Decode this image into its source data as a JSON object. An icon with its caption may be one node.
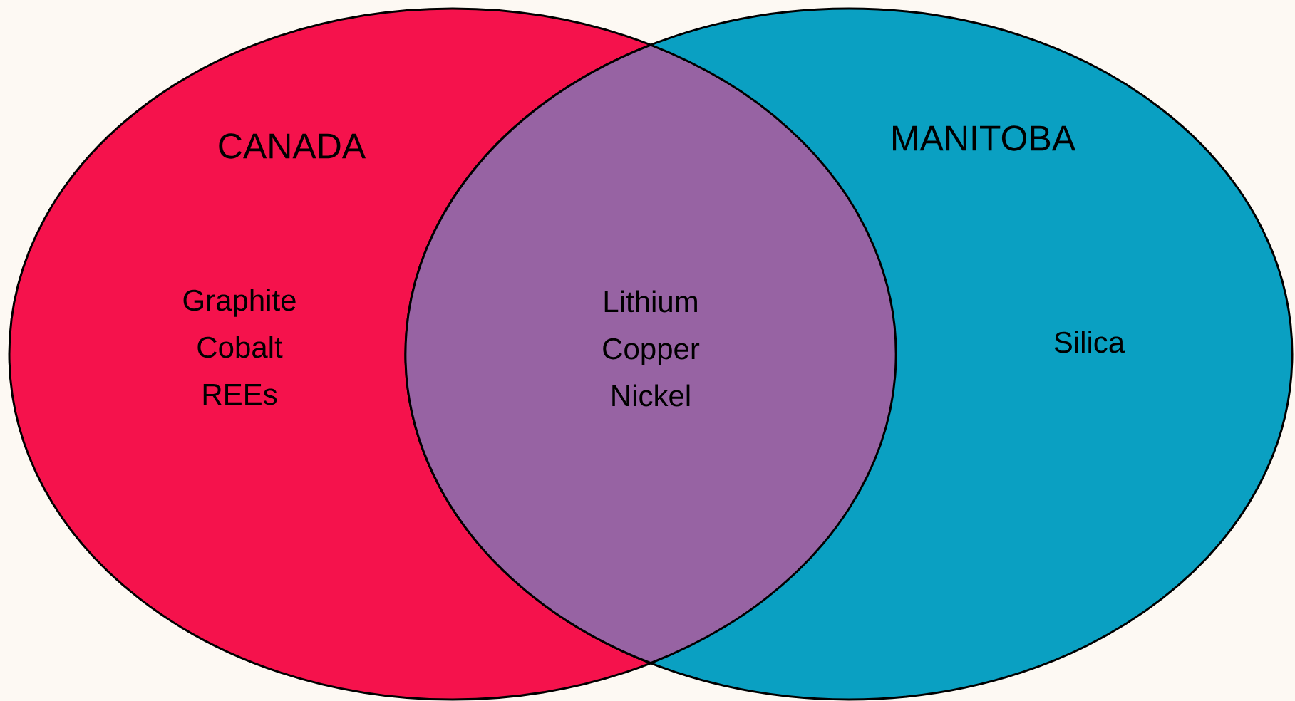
{
  "diagram": {
    "nodes": [
      {
        "text": [
          "CANADA",
          "Graphite Cobalt REEs"
        ]
      },
      {
        "text": [
          "MANITOBA",
          "Silica"
        ]
      },
      {
        "text": [
          "Lithium Copper Nickel"
        ]
      }
    ]
  }
}
